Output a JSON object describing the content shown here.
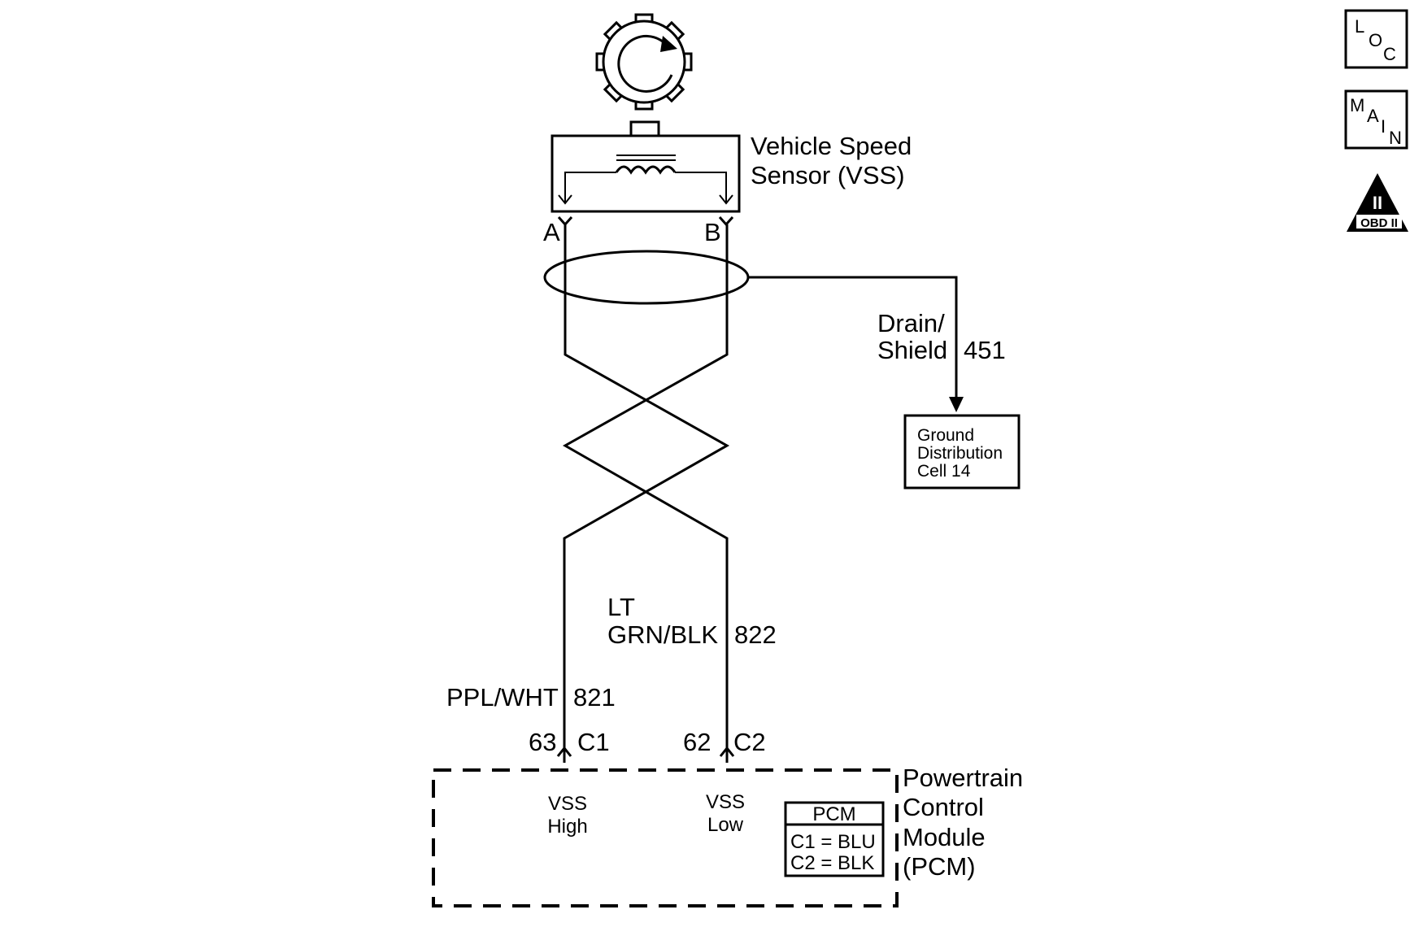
{
  "nav": {
    "loc": [
      "L",
      "O",
      "C"
    ],
    "main": [
      "M",
      "A",
      "I",
      "N"
    ],
    "obd": {
      "numeral": "II",
      "label": "OBD II"
    }
  },
  "sensor": {
    "name_line1": "Vehicle Speed",
    "name_line2": "Sensor (VSS)",
    "pin_a": "A",
    "pin_b": "B"
  },
  "shield": {
    "label_line1": "Drain/",
    "label_line2": "Shield",
    "circuit": "451"
  },
  "ground": {
    "line1": "Ground",
    "line2": "Distribution",
    "line3": "Cell 14"
  },
  "wires": {
    "low": {
      "color_line1": "LT",
      "color_line2": "GRN/BLK",
      "circuit": "822"
    },
    "high": {
      "color": "PPL/WHT",
      "circuit": "821"
    }
  },
  "connectors": {
    "high": {
      "pin": "63",
      "connector": "C1"
    },
    "low": {
      "pin": "62",
      "connector": "C2"
    }
  },
  "pcm": {
    "vss_high_line1": "VSS",
    "vss_high_line2": "High",
    "vss_low_line1": "VSS",
    "vss_low_line2": "Low",
    "table_title": "PCM",
    "table_row1": "C1 = BLU",
    "table_row2": "C2 = BLK",
    "name_line1": "Powertrain",
    "name_line2": "Control",
    "name_line3": "Module",
    "name_line4": "(PCM)"
  }
}
